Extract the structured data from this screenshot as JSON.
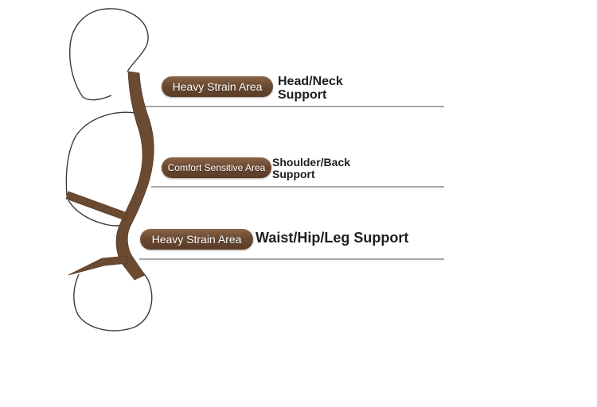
{
  "zones": [
    {
      "pill": "Heavy Strain Area",
      "label_lines": [
        "Head/Neck",
        "Support"
      ]
    },
    {
      "pill": "Comfort Sensitive Area",
      "label_lines": [
        "Shoulder/Back",
        "Support"
      ]
    },
    {
      "pill": "Heavy Strain Area",
      "label_lines": [
        "Waist/Hip/Leg Support"
      ]
    }
  ],
  "colors": {
    "band": "#6b4a32",
    "outline": "#3a3a3a",
    "divider": "#8a8a8a",
    "text": "#1e1e1e"
  }
}
